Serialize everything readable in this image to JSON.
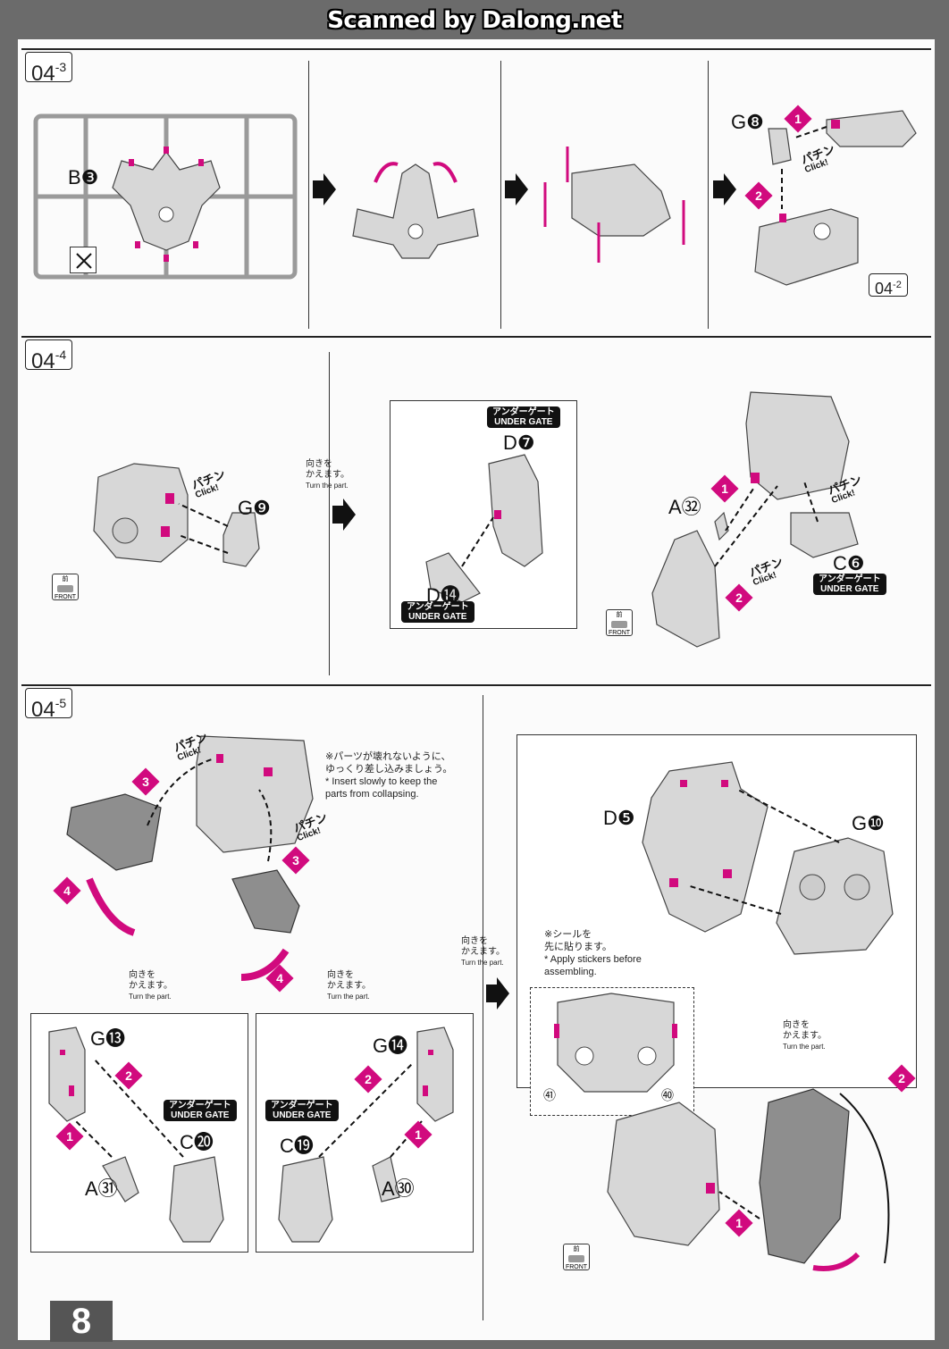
{
  "watermark": "Scanned by Dalong.net",
  "page_number": "8",
  "accent_color": "#d10a7e",
  "steps": [
    {
      "label": "04",
      "sub": "-3"
    },
    {
      "label": "04",
      "sub": "-4"
    },
    {
      "label": "04",
      "sub": "-5"
    }
  ],
  "step3": {
    "parts": [
      "B❸",
      "G❽"
    ],
    "ref_step": "04",
    "ref_sub": "-2",
    "click_jp": "パチン",
    "click_en": "Click!"
  },
  "step4": {
    "parts": [
      "G❾",
      "D❼",
      "D⓮",
      "A㉜",
      "C❻"
    ],
    "turn_jp": "向きを\nかえます。",
    "turn_en": "Turn the part.",
    "under_gate_jp": "アンダーゲート",
    "under_gate_en": "UNDER GATE",
    "click_jp": "パチン",
    "click_en": "Click!",
    "front_jp": "前",
    "front_en": "FRONT"
  },
  "step5": {
    "note_jp": "※パーツが壊れないように、\n  ゆっくり差し込みましょう。",
    "note_en": "* Insert slowly to keep the\n  parts from collapsing.",
    "sticker_jp": "※シールを\n  先に貼ります。",
    "sticker_en": "* Apply stickers before\n  assembling.",
    "parts": [
      "G⓭",
      "C⓴",
      "A㉛",
      "G⓮",
      "C⓳",
      "A㉚",
      "D❺",
      "G❿"
    ],
    "stickers": [
      "㊶",
      "㊵"
    ],
    "turn_jp": "向きを\nかえます。",
    "turn_en": "Turn the part.",
    "under_gate_jp": "アンダーゲート",
    "under_gate_en": "UNDER GATE",
    "click_jp": "パチン",
    "click_en": "Click!",
    "front_jp": "前",
    "front_en": "FRONT"
  }
}
